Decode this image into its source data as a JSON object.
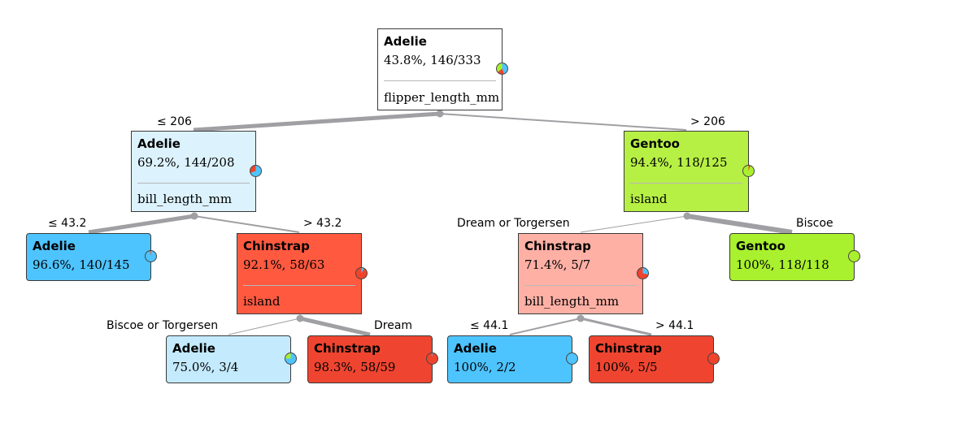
{
  "colors": {
    "adelie": "#4ec4ff",
    "chinstrap": "#f0432c",
    "gentoo": "#a9f02e"
  },
  "nodes": {
    "root": {
      "title": "Adelie",
      "stats": "43.8%, 146/333",
      "feature": "flipper_length_mm",
      "fill": "#ffffff",
      "pie": [
        43.8,
        20.4,
        35.8
      ]
    },
    "n_left": {
      "title": "Adelie",
      "stats": "69.2%, 144/208",
      "feature": "bill_length_mm",
      "fill": "#dcf2fd",
      "pie": [
        69.2,
        30.8,
        0
      ]
    },
    "n_right": {
      "title": "Gentoo",
      "stats": "94.4%, 118/125",
      "feature": "island",
      "fill": "#b7f045",
      "pie": [
        0,
        5.6,
        94.4
      ]
    },
    "n_ll": {
      "title": "Adelie",
      "stats": "96.6%, 140/145",
      "fill": "#4ec4ff",
      "pie": [
        96.6,
        3.4,
        0
      ]
    },
    "n_lr": {
      "title": "Chinstrap",
      "stats": "92.1%, 58/63",
      "feature": "island",
      "fill": "#ff5a40",
      "pie": [
        7.9,
        92.1,
        0
      ]
    },
    "n_rl": {
      "title": "Chinstrap",
      "stats": "71.4%, 5/7",
      "feature": "bill_length_mm",
      "fill": "#ffb0a5",
      "pie": [
        28.6,
        71.4,
        0
      ]
    },
    "n_rr": {
      "title": "Gentoo",
      "stats": "100%, 118/118",
      "fill": "#a9f02e",
      "pie": [
        0,
        0,
        100
      ]
    },
    "n_lrl": {
      "title": "Adelie",
      "stats": "75.0%, 3/4",
      "fill": "#c4eafd",
      "pie": [
        75,
        0,
        25
      ]
    },
    "n_lrr": {
      "title": "Chinstrap",
      "stats": "98.3%, 58/59",
      "fill": "#ef4530",
      "pie": [
        1.7,
        98.3,
        0
      ]
    },
    "n_rll": {
      "title": "Adelie",
      "stats": "100%, 2/2",
      "fill": "#4ec4ff",
      "pie": [
        100,
        0,
        0
      ]
    },
    "n_rlr": {
      "title": "Chinstrap",
      "stats": "100%, 5/5",
      "fill": "#ef4530",
      "pie": [
        0,
        100,
        0
      ]
    }
  },
  "edges": {
    "root_left": "≤ 206",
    "root_right": "> 206",
    "left_left": "≤ 43.2",
    "left_right": "> 43.2",
    "right_left": "Dream or Torgersen",
    "right_right": "Biscoe",
    "lr_left": "Biscoe or Torgersen",
    "lr_right": "Dream",
    "rl_left": "≤ 44.1",
    "rl_right": "> 44.1"
  }
}
